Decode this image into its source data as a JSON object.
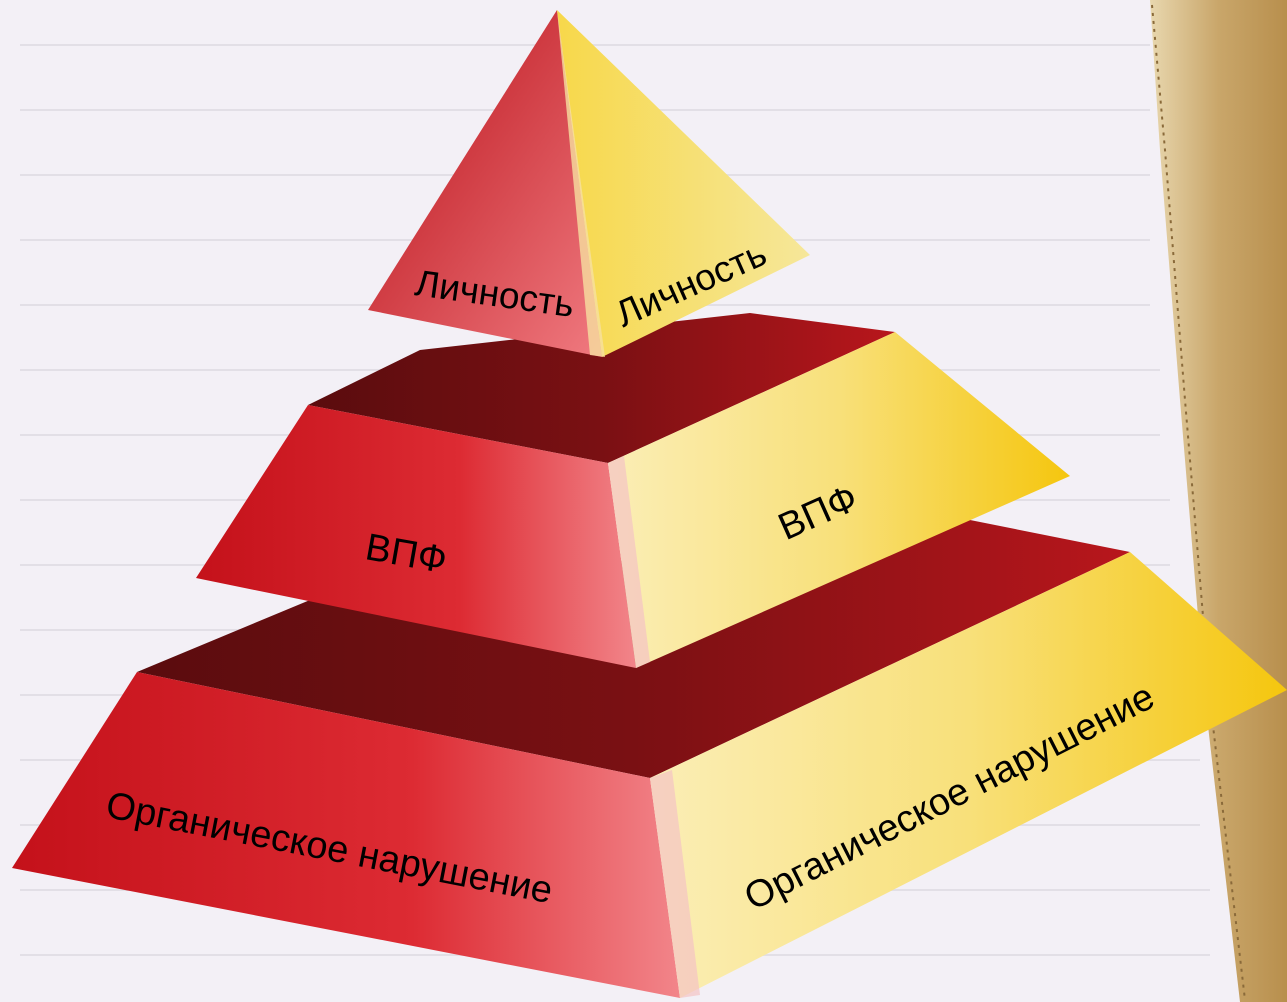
{
  "diagram": {
    "type": "pyramid",
    "colors": {
      "left_face": "#d0141b",
      "right_face": "#f7d02a",
      "shadow": "#6e0f12",
      "paper": "#f3f0f6",
      "binding": "#c6a86a"
    },
    "levels": [
      {
        "left_label": "Личность",
        "right_label": "Личность"
      },
      {
        "left_label": "ВПФ",
        "right_label": "ВПФ"
      },
      {
        "left_label": "Органическое нарушение",
        "right_label": "Органическое нарушение"
      }
    ]
  }
}
